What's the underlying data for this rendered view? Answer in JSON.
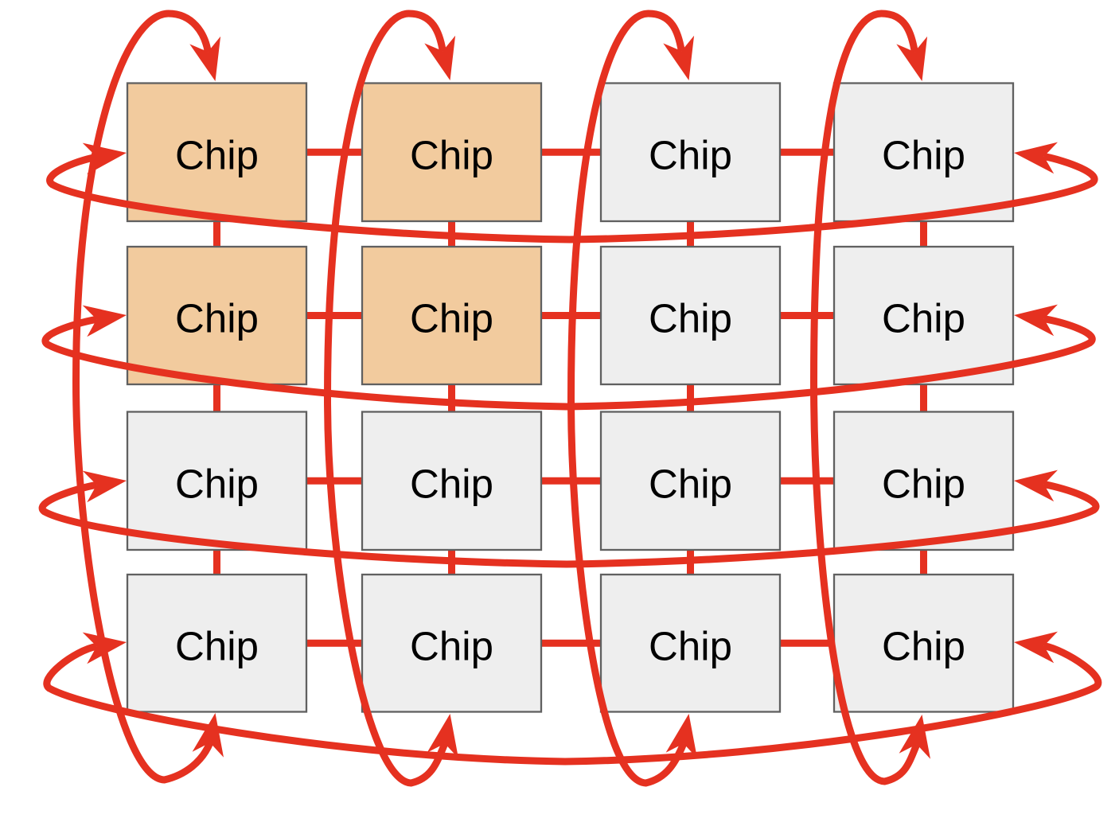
{
  "figure": {
    "node_label": "Chip",
    "grid": {
      "rows": 4,
      "cols": 4,
      "cells": [
        [
          {
            "label": "Chip",
            "highlighted": true
          },
          {
            "label": "Chip",
            "highlighted": true
          },
          {
            "label": "Chip",
            "highlighted": false
          },
          {
            "label": "Chip",
            "highlighted": false
          }
        ],
        [
          {
            "label": "Chip",
            "highlighted": true
          },
          {
            "label": "Chip",
            "highlighted": true
          },
          {
            "label": "Chip",
            "highlighted": false
          },
          {
            "label": "Chip",
            "highlighted": false
          }
        ],
        [
          {
            "label": "Chip",
            "highlighted": false
          },
          {
            "label": "Chip",
            "highlighted": false
          },
          {
            "label": "Chip",
            "highlighted": false
          },
          {
            "label": "Chip",
            "highlighted": false
          }
        ],
        [
          {
            "label": "Chip",
            "highlighted": false
          },
          {
            "label": "Chip",
            "highlighted": false
          },
          {
            "label": "Chip",
            "highlighted": false
          },
          {
            "label": "Chip",
            "highlighted": false
          }
        ]
      ]
    },
    "colors": {
      "link_red": "#E53120",
      "highlight_fill": "#F2CB9E",
      "default_fill": "#EEEEEE",
      "node_border": "#606060",
      "label_color": "#000000",
      "background": "#FFFFFF"
    }
  }
}
